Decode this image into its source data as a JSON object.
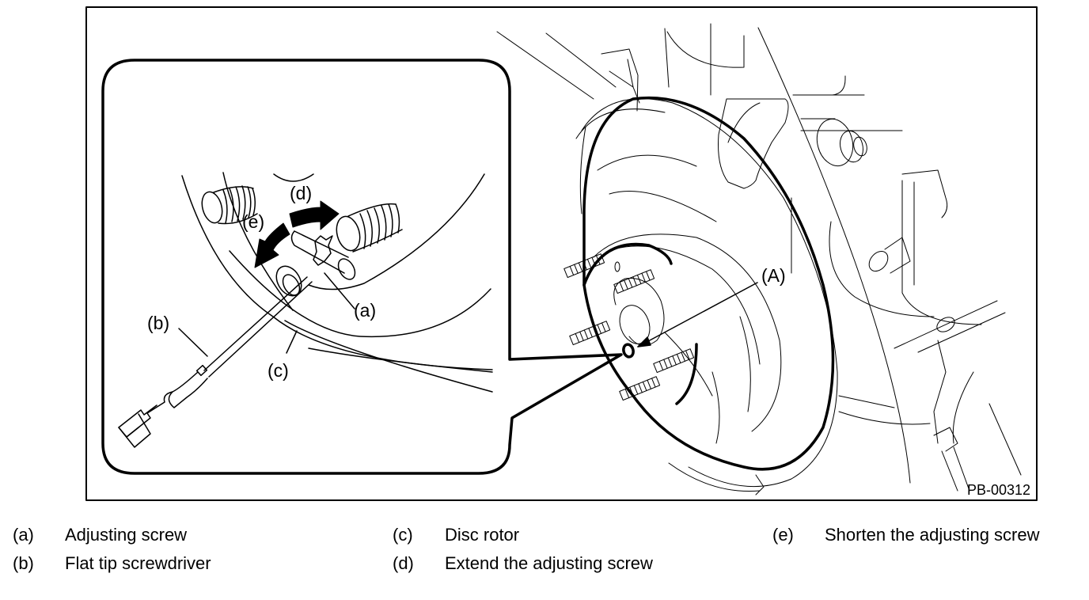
{
  "figure": {
    "code": "PB-00312",
    "callouts": {
      "a": "(a)",
      "b": "(b)",
      "c": "(c)",
      "d": "(d)",
      "e": "(e)",
      "A": "(A)"
    },
    "colors": {
      "line": "#000000",
      "background": "#ffffff"
    }
  },
  "legend": [
    {
      "key": "(a)",
      "text": "Adjusting screw"
    },
    {
      "key": "(b)",
      "text": "Flat tip screwdriver"
    },
    {
      "key": "(c)",
      "text": "Disc rotor"
    },
    {
      "key": "(d)",
      "text": "Extend the adjusting screw"
    },
    {
      "key": "(e)",
      "text": "Shorten the adjusting screw"
    }
  ]
}
